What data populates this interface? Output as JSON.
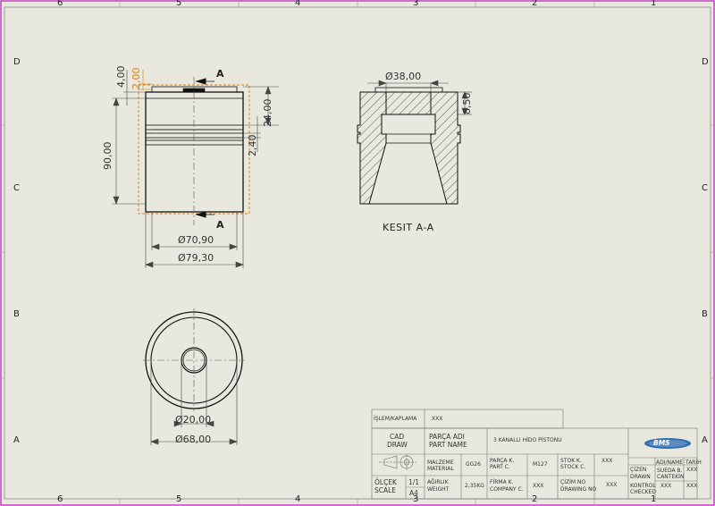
{
  "zones": {
    "cols_top": [
      "6",
      "5",
      "4",
      "3",
      "2",
      "1"
    ],
    "cols_bottom": [
      "6",
      "5",
      "4",
      "3",
      "2",
      "1"
    ],
    "rows": [
      "D",
      "C",
      "B",
      "A"
    ]
  },
  "front_view": {
    "section_label_top": "A",
    "section_label_bottom": "A",
    "dim_overall_height": "90,00",
    "dim_top_4": "4,00",
    "dim_top_2": "2,00",
    "dim_24": "24,00",
    "dim_2_40": "2,40",
    "dim_d70": "Ø70,90",
    "dim_d79": "Ø79,30"
  },
  "section_view": {
    "dim_d38": "Ø38,00",
    "dim_8_50": "8,50",
    "caption": "KESIT A-A"
  },
  "bottom_view": {
    "dim_d20": "Ø20,00",
    "dim_d68": "Ø68,00"
  },
  "title_block": {
    "islem_label": "İŞLEM/KAPLAMA",
    "islem_value": "XXX",
    "cad_label_1": "CAD",
    "cad_label_2": "DRAW",
    "part_name_label_1": "PARÇA ADI",
    "part_name_label_2": "PART NAME",
    "part_name_value": "3 KANALLI HİDO PİSTONU",
    "material_label_1": "MALZEME",
    "material_label_2": "MATERIAL",
    "material_value": "GG26",
    "part_no_label_1": "PARÇA K.",
    "part_no_label_2": "PART C.",
    "part_no_value": "M127",
    "stock_label_1": "STOK K.",
    "stock_label_2": "STOCK C.",
    "stock_value": "XXX",
    "scale_label_1": "ÖLÇEK",
    "scale_label_2": "SCALE",
    "scale_value": "1/1",
    "paper_size": "A4",
    "weight_label_1": "AĞIRLIK",
    "weight_label_2": "WEIGHT",
    "weight_value": "2,35KG",
    "company_label_1": "FİRMA K.",
    "company_label_2": "COMPANY C.",
    "company_value": "XXX",
    "drawing_no_label_1": "ÇİZİM NO",
    "drawing_no_label_2": "DRAWING NO",
    "drawing_no_value": "XXX",
    "logo_text": "BMS",
    "col_name": "ADI/NAME",
    "col_date": "TARİH",
    "drawn_label_1": "ÇİZEN",
    "drawn_label_2": "DRAWN",
    "drawn_name_1": "SUEDA B.",
    "drawn_name_2": "CANTEKİN",
    "drawn_date": "XXX",
    "checked_label_1": "KONTROL",
    "checked_label_2": "CHECKED",
    "checked_name": "XXX",
    "checked_date": "XXX"
  }
}
